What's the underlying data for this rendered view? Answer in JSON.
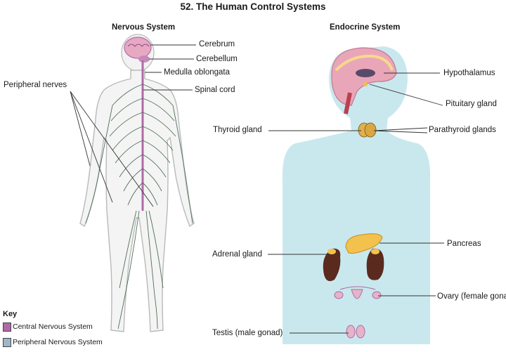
{
  "title": "52. The Human Control Systems",
  "nervous": {
    "heading": "Nervous System",
    "labels": {
      "cerebrum": "Cerebrum",
      "cerebellum": "Cerebellum",
      "medulla": "Medulla oblongata",
      "spinal_cord": "Spinal cord",
      "peripheral_nerves": "Peripheral nerves"
    }
  },
  "endocrine": {
    "heading": "Endocrine System",
    "labels": {
      "hypothalamus": "Hypothalamus",
      "pituitary": "Pituitary gland",
      "thyroid": "Thyroid gland",
      "parathyroid": "Parathyroid glands",
      "pancreas": "Pancreas",
      "adrenal": "Adrenal gland",
      "ovary": "Ovary (female gonad)",
      "testis": "Testis (male gonad)"
    }
  },
  "key": {
    "heading": "Key",
    "items": [
      {
        "label": "Central Nervous System",
        "color": "#b06aa8"
      },
      {
        "label": "Peripheral Nervous System",
        "color": "#9fb6c9"
      }
    ]
  },
  "colors": {
    "cns": "#b06aa8",
    "pns": "#9fb6c9",
    "nerve_green": "#4f6f55",
    "body_outline": "#b9b9b9",
    "endocrine_body": "#c9e8ee",
    "brain_pink": "#e8a6b8",
    "gland_yellow": "#f3c24d",
    "kidney": "#5a2a1f"
  }
}
